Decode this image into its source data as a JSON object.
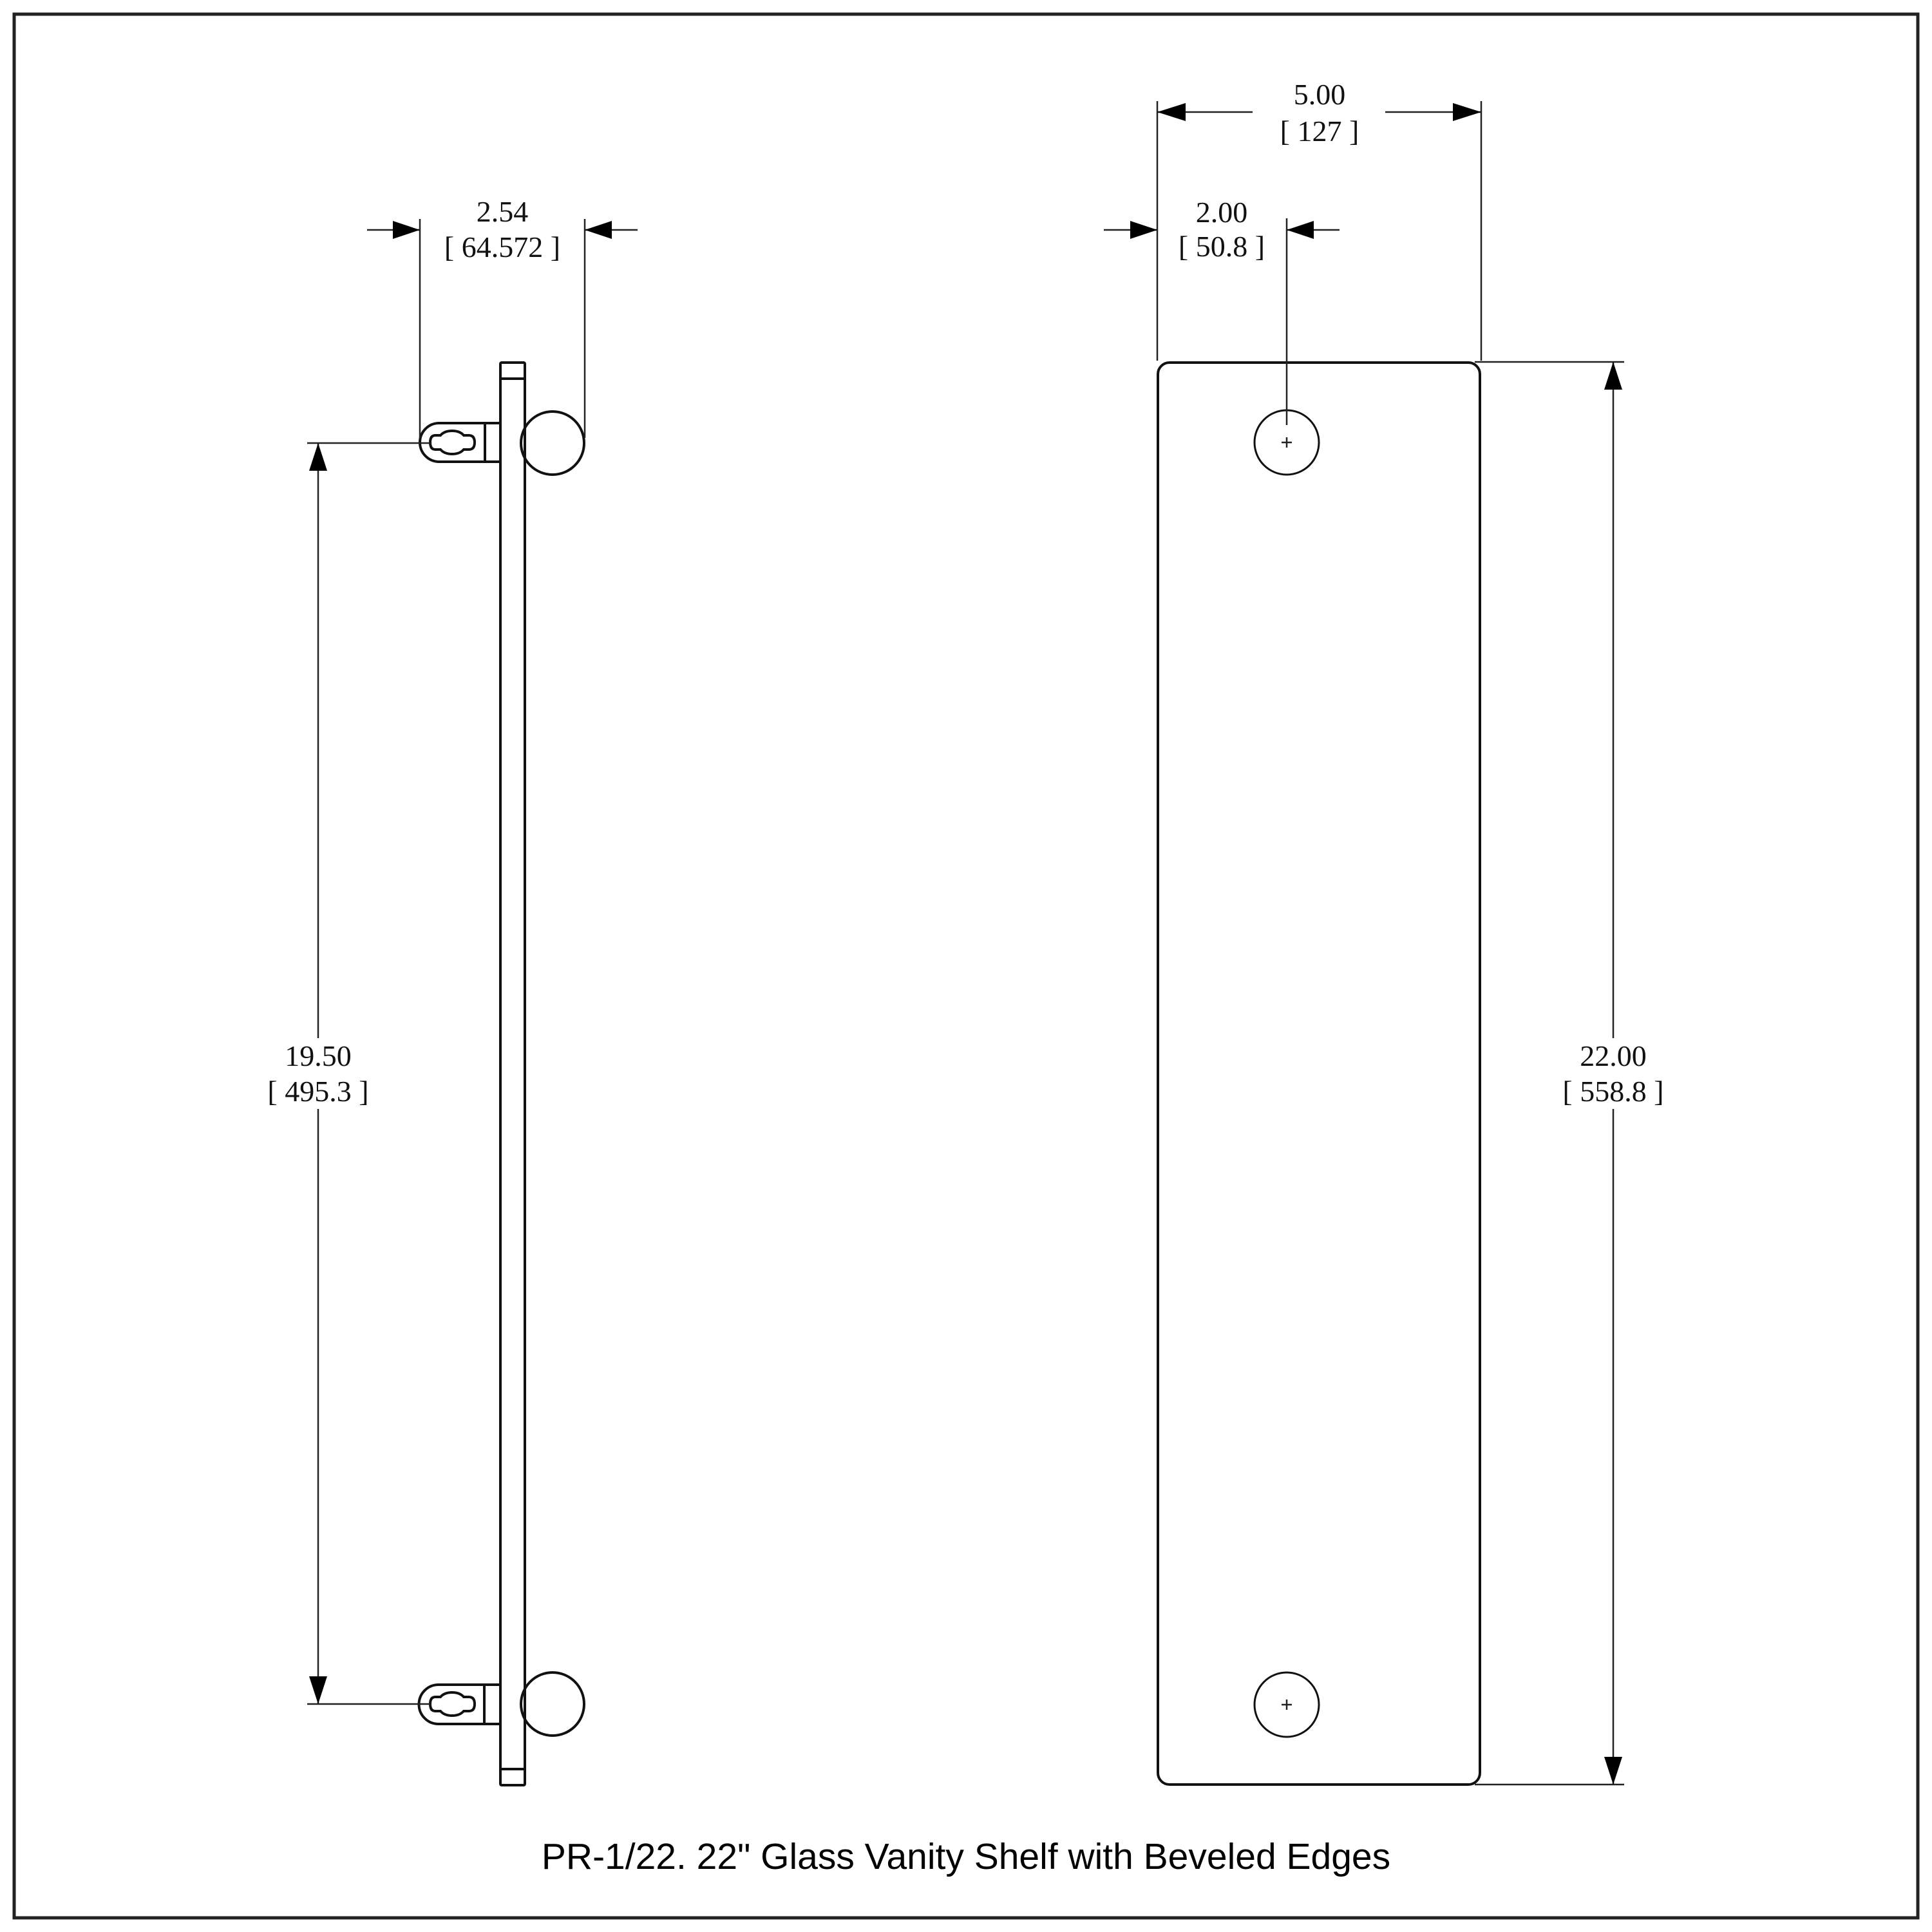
{
  "drawing": {
    "title": "PR-1/22. 22\" Glass Vanity Shelf with Beveled Edges",
    "side_view": {
      "bracket_depth": {
        "inch": "2.54",
        "mm": "[ 64.572 ]"
      },
      "bracket_spacing": {
        "inch": "19.50",
        "mm": "[ 495.3 ]"
      }
    },
    "top_view": {
      "shelf_width": {
        "inch": "5.00",
        "mm": "[ 127 ]"
      },
      "hole_offset": {
        "inch": "2.00",
        "mm": "[ 50.8 ]"
      },
      "shelf_length": {
        "inch": "22.00",
        "mm": "[ 558.8 ]"
      }
    },
    "colors": {
      "line": "#111111",
      "frame": "#222222",
      "background": "#ffffff"
    }
  }
}
